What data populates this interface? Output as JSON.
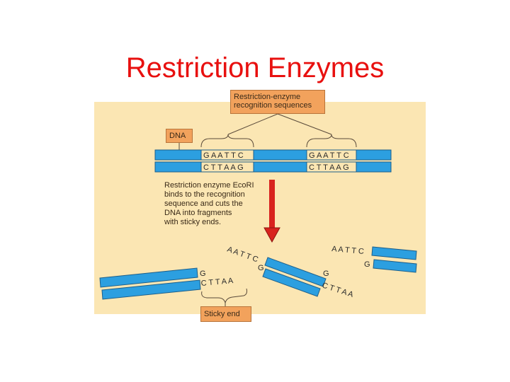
{
  "title": "Restriction Enzymes",
  "labels": {
    "recognition_line1": "Restriction-enzyme",
    "recognition_line2": "recognition sequences",
    "dna": "DNA",
    "sticky_end": "Sticky end"
  },
  "caption_lines": [
    "Restriction enzyme EcoRI",
    "binds to the recognition",
    "sequence and cuts the",
    "DNA into fragments",
    "with sticky ends."
  ],
  "sequences": {
    "top_strand": "G A A T T C",
    "bottom_strand": "C T T A A G",
    "frag_A_A_T_T_C": "A A T T C",
    "frag_G": "G",
    "frag_C_T_T_A_A": "C T T A A"
  },
  "colors": {
    "title": "#e8100f",
    "panel": "#fbe6b3",
    "dna_strand": "#2c9fe0",
    "callout": "#f2a25c",
    "arrow": "#d8231e"
  }
}
